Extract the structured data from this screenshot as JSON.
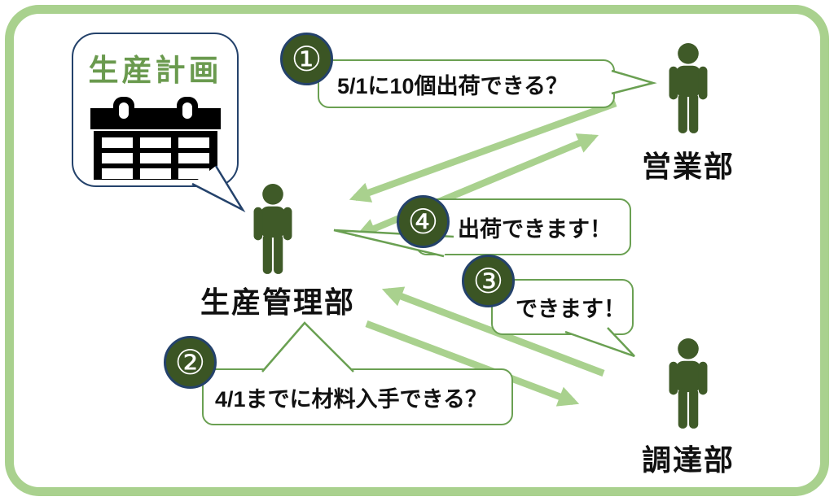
{
  "colors": {
    "light_green": "#a9d18e",
    "mid_green": "#6aa052",
    "dark_green": "#3f5a28",
    "badge_green": "#3b5524",
    "navy": "#24426b",
    "plan_green": "#6a9a4e",
    "text": "#111111"
  },
  "plan": {
    "label": "生産計画",
    "icon": "calendar-icon"
  },
  "actors": [
    {
      "id": "sales",
      "label": "営業部"
    },
    {
      "id": "production-control",
      "label": "生産管理部"
    },
    {
      "id": "procurement",
      "label": "調達部"
    }
  ],
  "messages": [
    {
      "step": "①",
      "text": "5/1に10個出荷できる？",
      "from": "営業部",
      "to": "生産管理部"
    },
    {
      "step": "②",
      "text": "4/1までに材料入手できる？",
      "from": "生産管理部",
      "to": "調達部"
    },
    {
      "step": "③",
      "text": "できます！",
      "from": "調達部",
      "to": "生産管理部"
    },
    {
      "step": "④",
      "text": "出荷できます！",
      "from": "生産管理部",
      "to": "営業部"
    }
  ]
}
